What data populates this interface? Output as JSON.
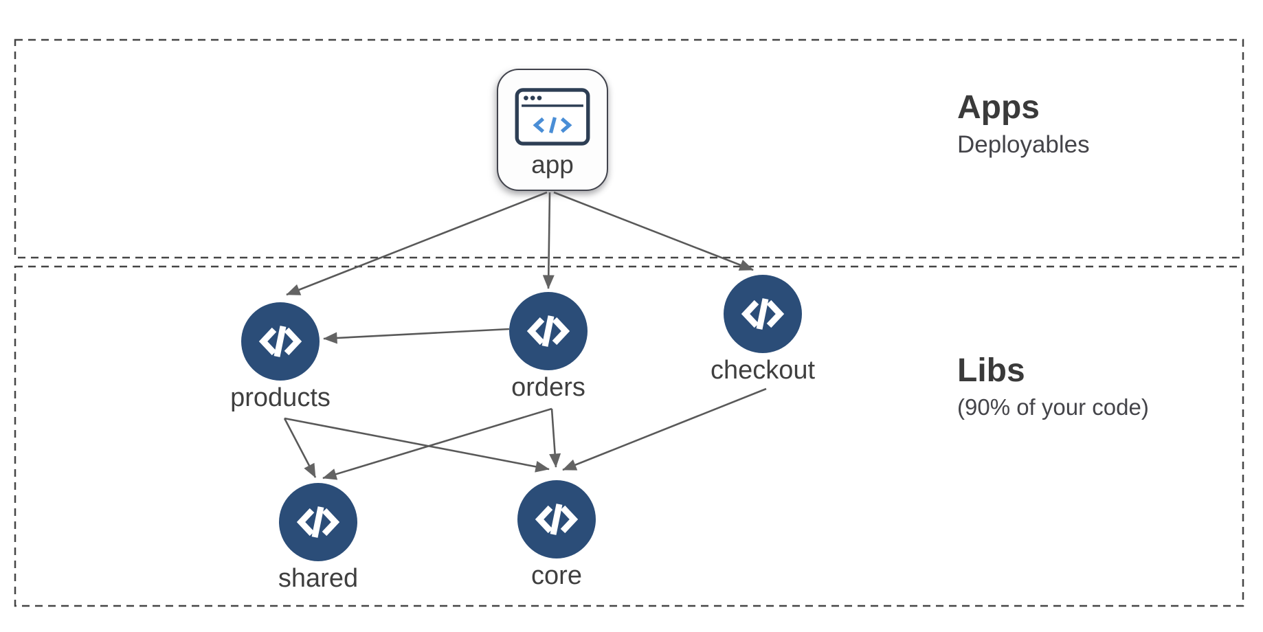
{
  "diagram_title": "monorepo apps and libs dependency graph",
  "sections": [
    {
      "id": "apps",
      "title": "Apps",
      "subtitle": "Deployables"
    },
    {
      "id": "libs",
      "title": "Libs",
      "subtitle": "(90% of your code)"
    }
  ],
  "app_node": {
    "id": "app",
    "label": "app",
    "icon": "browser-code-icon"
  },
  "lib_nodes": [
    {
      "id": "products",
      "label": "products",
      "icon": "code-icon"
    },
    {
      "id": "orders",
      "label": "orders",
      "icon": "code-icon"
    },
    {
      "id": "checkout",
      "label": "checkout",
      "icon": "code-icon"
    },
    {
      "id": "shared",
      "label": "shared",
      "icon": "code-icon"
    },
    {
      "id": "core",
      "label": "core",
      "icon": "code-icon"
    }
  ],
  "edges": [
    {
      "from": "app",
      "to": "products"
    },
    {
      "from": "app",
      "to": "orders"
    },
    {
      "from": "app",
      "to": "checkout"
    },
    {
      "from": "orders",
      "to": "products"
    },
    {
      "from": "products",
      "to": "shared"
    },
    {
      "from": "products",
      "to": "core"
    },
    {
      "from": "orders",
      "to": "shared"
    },
    {
      "from": "orders",
      "to": "core"
    },
    {
      "from": "checkout",
      "to": "core"
    }
  ],
  "colors": {
    "node_fill": "#2b4d78",
    "glyph_white": "#ffffff",
    "browser_icon_stroke": "#2d3e54",
    "code_accent_blue": "#4a8ed6",
    "arrow": "#595959",
    "arrowhead": "#636363",
    "boundary_dash": "#454545",
    "text": "#3f3f3f"
  }
}
